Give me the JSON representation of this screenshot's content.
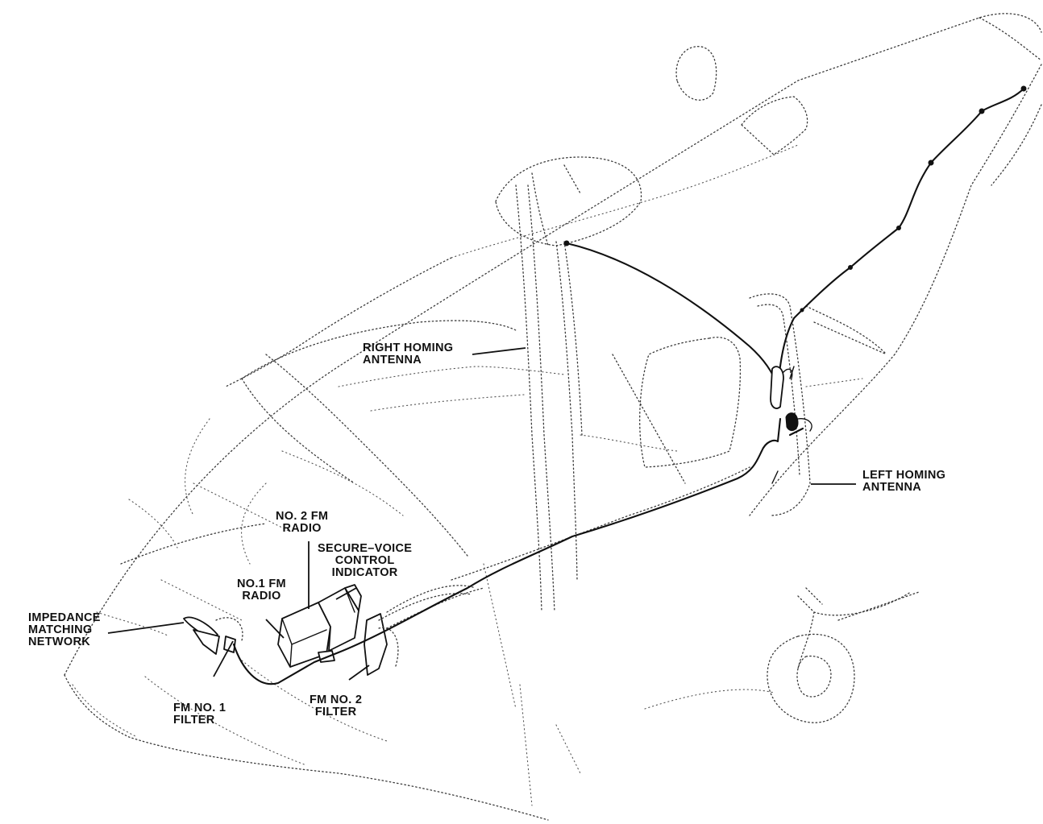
{
  "labels": {
    "right_homing_antenna": [
      "RIGHT HOMING",
      "ANTENNA"
    ],
    "left_homing_antenna": [
      "LEFT HOMING",
      "ANTENNA"
    ],
    "no2_fm_radio": [
      "NO. 2 FM",
      "RADIO"
    ],
    "secure_voice": [
      "SECURE–VOICE",
      "CONTROL",
      "INDICATOR"
    ],
    "no1_fm_radio": [
      "NO.1 FM",
      "RADIO"
    ],
    "impedance_matching_network": [
      "IMPEDANCE",
      "MATCHING",
      "NETWORK"
    ],
    "fm_no1_filter": [
      "FM NO. 1",
      "FILTER"
    ],
    "fm_no2_filter": [
      "FM NO. 2",
      "FILTER"
    ]
  },
  "colors": {
    "ink": "#111111",
    "outline": "#3a3a3a",
    "background": "#ffffff"
  }
}
